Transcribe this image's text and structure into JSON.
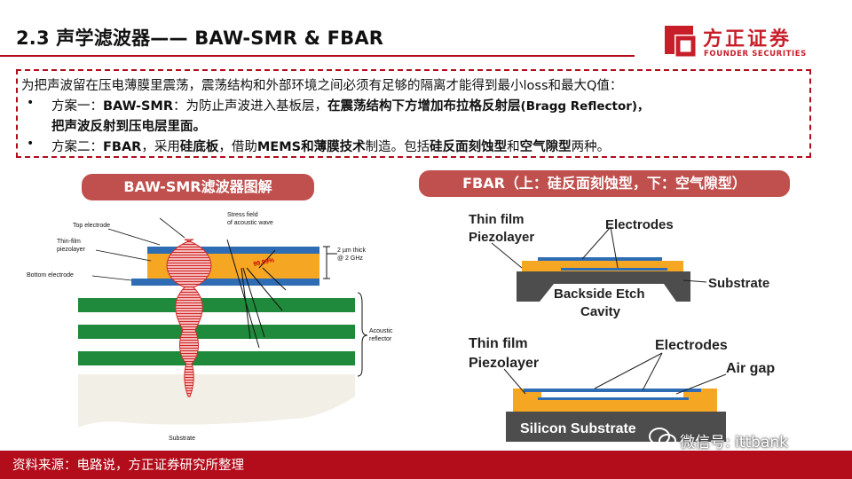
{
  "header": {
    "title": "2.3 声学滤波器—— BAW-SMR & FBAR",
    "logo_cn": "方正证券",
    "logo_en": "FOUNDER SECURITIES"
  },
  "intro": {
    "line1": "为把声波留在压电薄膜里震荡，震荡结构和外部环境之间必须有足够的隔离才能得到最小loss和最大Q值：",
    "bullet": "•",
    "plan1_a": "方案一：",
    "plan1_b": "BAW-SMR",
    "plan1_c": "：为防止声波进入基板层，",
    "plan1_d": "在震荡结构下方增加布拉格反射层",
    "plan1_e": "(Bragg Reflector)，",
    "plan1_f": "把声波反射到压电层里面。",
    "plan2_a": "方案二：",
    "plan2_b": "FBAR",
    "plan2_c": "，采用",
    "plan2_d": "硅底板",
    "plan2_e": "，借助",
    "plan2_f": "MEMS和薄膜技术",
    "plan2_g": "制造。包括",
    "plan2_h": "硅反面刻蚀型",
    "plan2_i": "和",
    "plan2_j": "空气隙型",
    "plan2_k": "两种。"
  },
  "left_panel": {
    "pill": "BAW-SMR滤波器图解",
    "labels": {
      "top_electrode": "Top electrode",
      "thin_film_1": "Thin-film",
      "thin_film_2": "piezolayer",
      "bottom_electrode": "Bottom electrode",
      "stress_1": "Stress field",
      "stress_2": "of acoustic wave",
      "percent": "99.99%",
      "thick_1": "2 µm thick",
      "thick_2": "@ 2 GHz",
      "acoustic_1": "Acoustic",
      "acoustic_2": "reflector",
      "substrate": "Substrate"
    }
  },
  "right_panel": {
    "pill": "FBAR（上：硅反面刻蚀型，下：空气隙型）",
    "top": {
      "thin_film": "Thin film",
      "piezolayer": "Piezolayer",
      "electrodes": "Electrodes",
      "substrate": "Substrate",
      "backside_1": "Backside Etch",
      "backside_2": "Cavity"
    },
    "bottom": {
      "thin_film": "Thin film",
      "piezolayer": "Piezolayer",
      "electrodes": "Electrodes",
      "air_gap": "Air gap",
      "silicon": "Silicon Substrate"
    }
  },
  "footer": {
    "source": "资料来源：电路说，方正证券研究所整理",
    "wechat": "微信号: ittbank"
  },
  "colors": {
    "brand_red": "#b30d1c",
    "pill_red": "#c0504d",
    "piezo_orange": "#f5a623",
    "electrode_blue": "#2e6db4",
    "reflector_green": "#1f8a3c",
    "substrate_grey": "#4d4d4d"
  }
}
